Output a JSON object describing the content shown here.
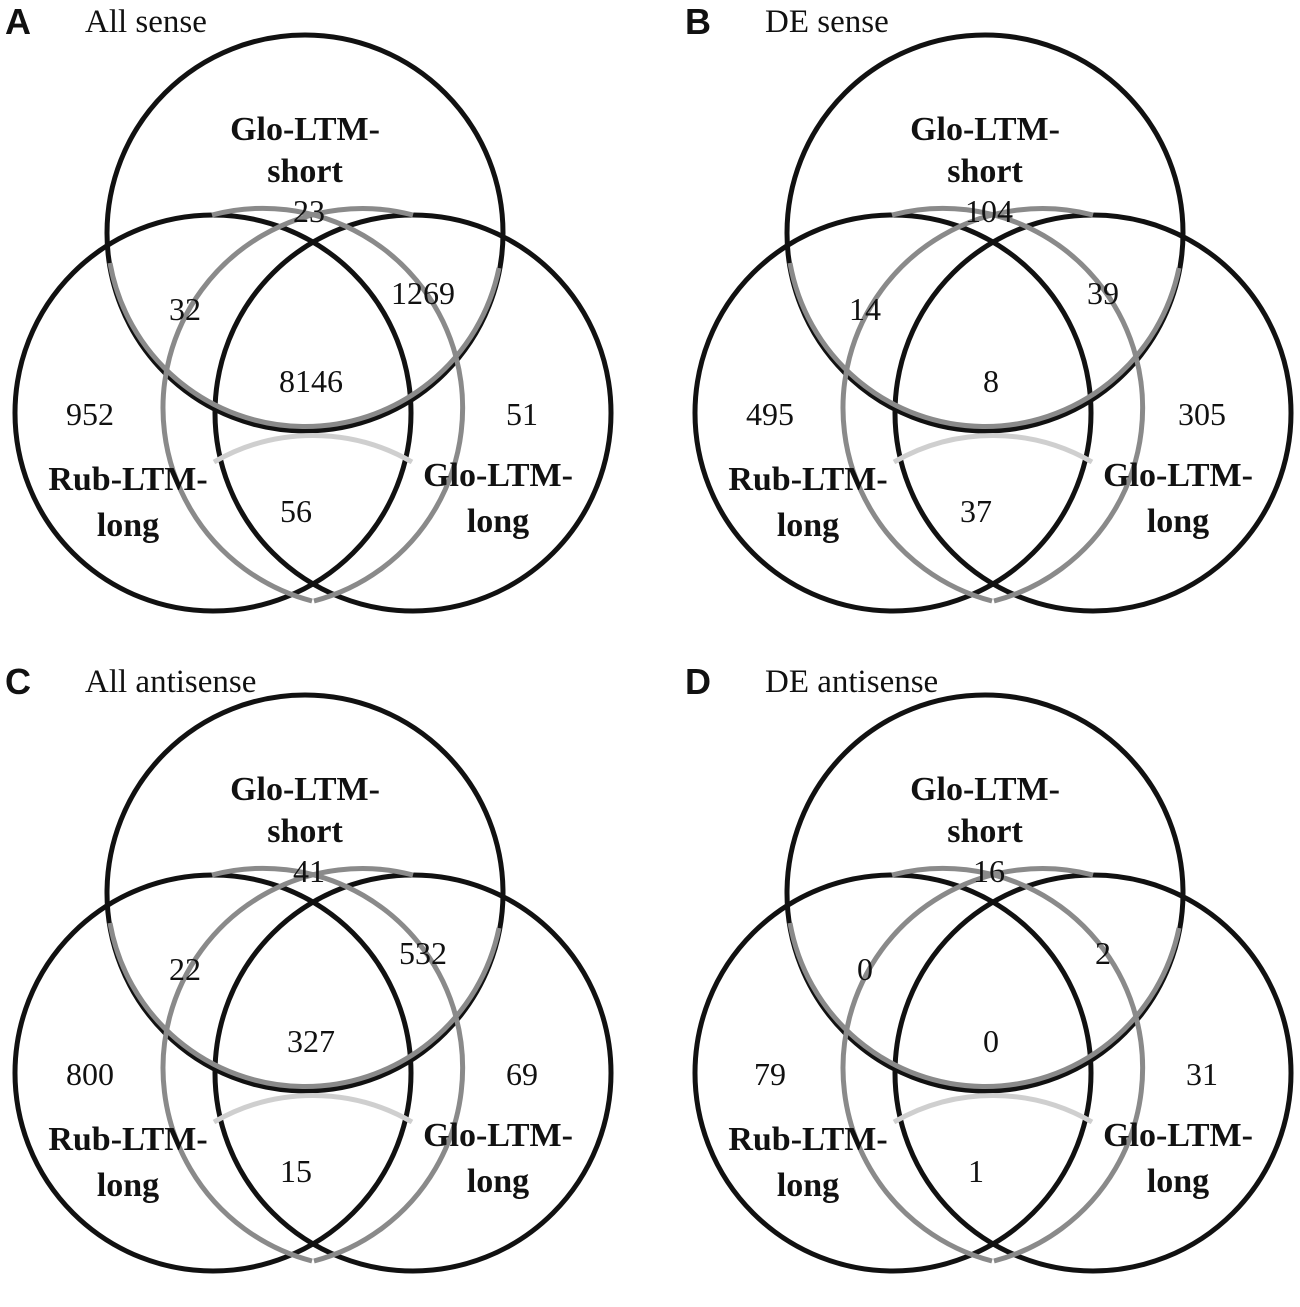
{
  "panels": [
    {
      "letter": "A",
      "title": "All sense",
      "sets": {
        "top": [
          "Glo-LTM-",
          "short"
        ],
        "left": [
          "Rub-LTM-",
          "long"
        ],
        "right": [
          "Glo-LTM-",
          "long"
        ]
      },
      "counts": {
        "top_only": "23",
        "top_left": "32",
        "top_right": "1269",
        "center": "8146",
        "left_only": "952",
        "right_only": "51",
        "left_right": "56"
      }
    },
    {
      "letter": "B",
      "title": "DE sense",
      "sets": {
        "top": [
          "Glo-LTM-",
          "short"
        ],
        "left": [
          "Rub-LTM-",
          "long"
        ],
        "right": [
          "Glo-LTM-",
          "long"
        ]
      },
      "counts": {
        "top_only": "104",
        "top_left": "14",
        "top_right": "39",
        "center": "8",
        "left_only": "495",
        "right_only": "305",
        "left_right": "37"
      }
    },
    {
      "letter": "C",
      "title": "All antisense",
      "sets": {
        "top": [
          "Glo-LTM-",
          "short"
        ],
        "left": [
          "Rub-LTM-",
          "long"
        ],
        "right": [
          "Glo-LTM-",
          "long"
        ]
      },
      "counts": {
        "top_only": "41",
        "top_left": "22",
        "top_right": "532",
        "center": "327",
        "left_only": "800",
        "right_only": "69",
        "left_right": "15"
      }
    },
    {
      "letter": "D",
      "title": "DE antisense",
      "sets": {
        "top": [
          "Glo-LTM-",
          "short"
        ],
        "left": [
          "Rub-LTM-",
          "long"
        ],
        "right": [
          "Glo-LTM-",
          "long"
        ]
      },
      "counts": {
        "top_only": "16",
        "top_left": "0",
        "top_right": "2",
        "center": "0",
        "left_only": "79",
        "right_only": "31",
        "left_right": "1"
      }
    }
  ]
}
